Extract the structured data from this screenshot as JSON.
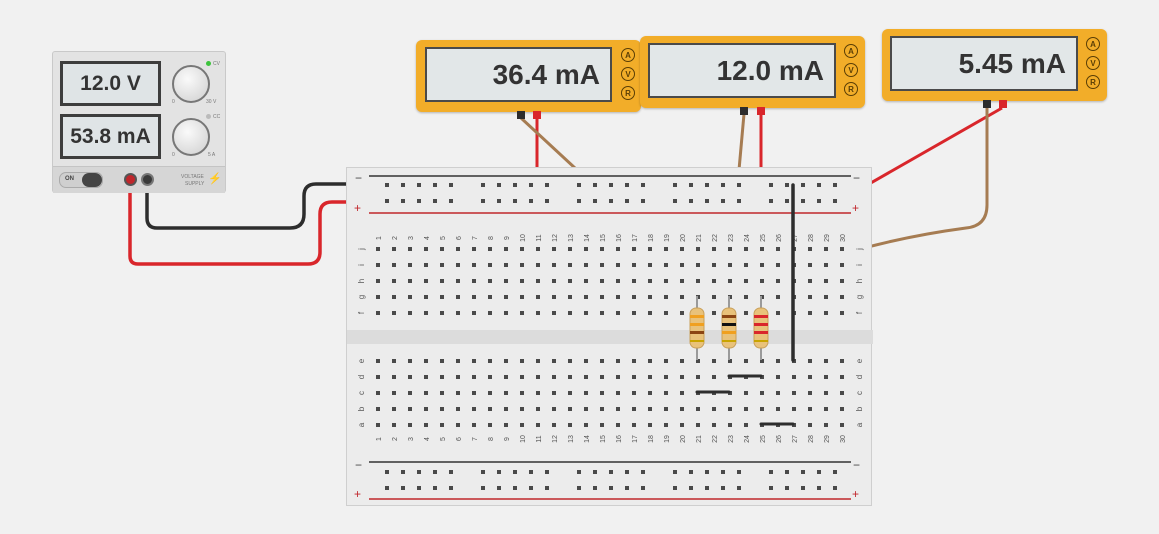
{
  "power_supply": {
    "voltage_display": "12.0 V",
    "current_display": "53.8 mA",
    "power_label": "ON",
    "mode_cv": "CV",
    "mode_cc": "CC",
    "voltage_knob_min": "0",
    "voltage_knob_max": "30 V",
    "current_knob_min": "0",
    "current_knob_max": "5 A",
    "device_label_line1": "VOLTAGE",
    "device_label_line2": "SUPPLY"
  },
  "multimeters": [
    {
      "reading": "36.4 mA",
      "modes": [
        "A",
        "V",
        "R"
      ]
    },
    {
      "reading": "12.0 mA",
      "modes": [
        "A",
        "V",
        "R"
      ]
    },
    {
      "reading": "5.45 mA",
      "modes": [
        "A",
        "V",
        "R"
      ]
    }
  ],
  "breadboard": {
    "rail_minus": "−",
    "rail_plus": "+",
    "row_letters_top": [
      "j",
      "i",
      "h",
      "g",
      "f"
    ],
    "row_letters_bottom": [
      "e",
      "d",
      "c",
      "b",
      "a"
    ],
    "columns": [
      "1",
      "2",
      "3",
      "4",
      "5",
      "6",
      "7",
      "8",
      "9",
      "10",
      "11",
      "12",
      "13",
      "14",
      "15",
      "16",
      "17",
      "18",
      "19",
      "20",
      "21",
      "22",
      "23",
      "24",
      "25",
      "26",
      "27",
      "28",
      "29",
      "30"
    ]
  },
  "colors": {
    "wire_red": "#d9262b",
    "wire_black": "#2d2d2d",
    "wire_brown": "#a67c52",
    "meter_body": "#f2ad29"
  }
}
